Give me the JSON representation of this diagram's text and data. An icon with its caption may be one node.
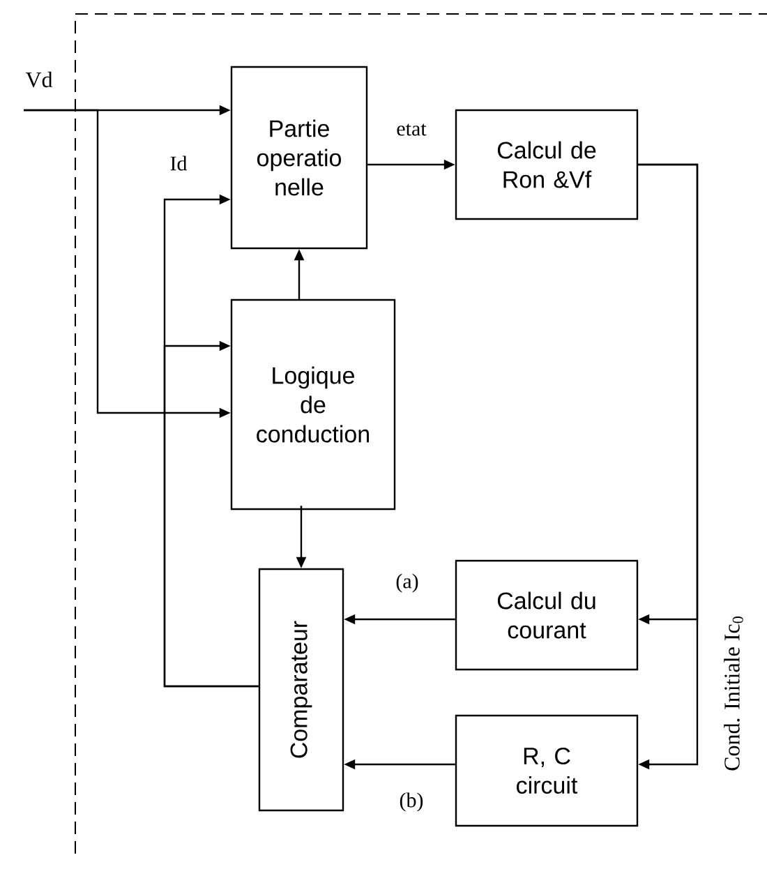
{
  "diagram": {
    "nodes": [
      {
        "text": [
          "Partie operatio nelle"
        ]
      },
      {
        "text": [
          "Calcul de Ron &Vf"
        ]
      },
      {
        "text": [
          "Logique de conduction"
        ]
      },
      {
        "text": [
          "Comparateur"
        ]
      },
      {
        "text": [
          "Calcul du courant"
        ]
      },
      {
        "text": [
          "R, C circuit"
        ]
      },
      {
        "text": [
          "Vd"
        ]
      }
    ],
    "edges": [
      {
        "from": 6,
        "to": 0,
        "arrow": "to"
      },
      {
        "from": 6,
        "to": 2,
        "arrow": "to"
      },
      {
        "from": 3,
        "to": 0,
        "arrow": "to",
        "label": "Id"
      },
      {
        "from": 3,
        "to": 2,
        "arrow": "to"
      },
      {
        "from": 0,
        "to": 1,
        "arrow": "to",
        "label": "etat"
      },
      {
        "from": 2,
        "to": 0,
        "arrow": "to"
      },
      {
        "from": 2,
        "to": 3,
        "arrow": "to"
      },
      {
        "from": 1,
        "to": 4,
        "arrow": "to"
      },
      {
        "from": 1,
        "to": 5,
        "arrow": "to"
      },
      {
        "from": 4,
        "to": 3,
        "arrow": "to",
        "label": "(a)"
      },
      {
        "from": 5,
        "to": 3,
        "arrow": "to",
        "label": "(b)"
      }
    ],
    "labels": [
      "Cond. Initiale Ic$_{0}$"
    ]
  }
}
